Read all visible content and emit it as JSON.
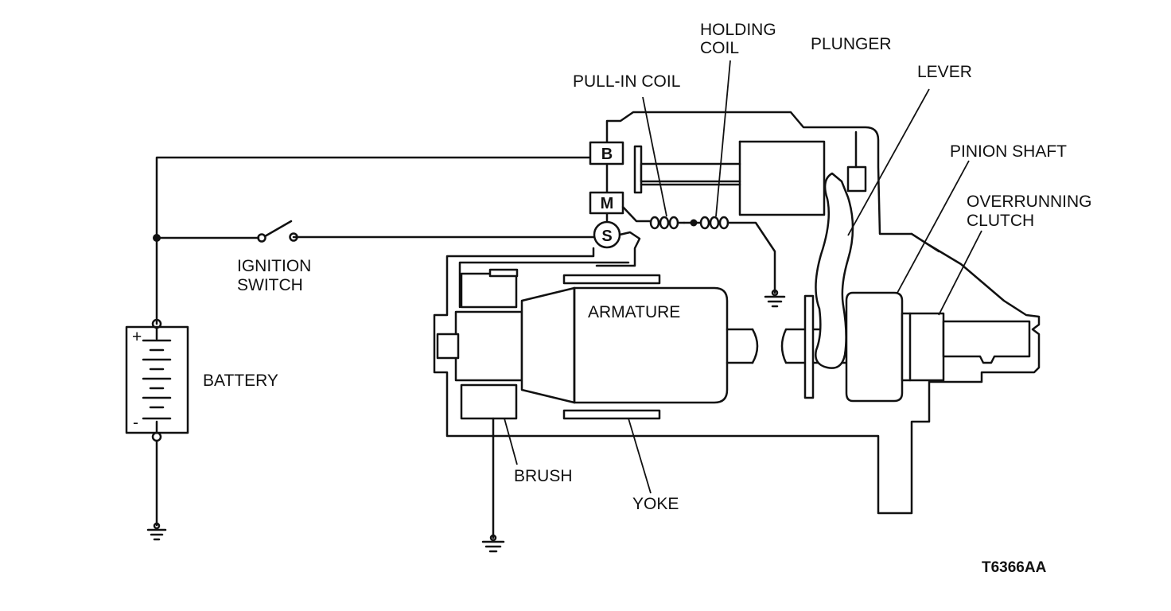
{
  "labels": {
    "holding_coil": [
      "HOLDING",
      "COIL"
    ],
    "plunger": "PLUNGER",
    "pull_in_coil": "PULL-IN COIL",
    "lever": "LEVER",
    "pinion_shaft": "PINION SHAFT",
    "overrunning_clutch": [
      "OVERRUNNING",
      "CLUTCH"
    ],
    "ignition_switch": [
      "IGNITION",
      "SWITCH"
    ],
    "armature": "ARMATURE",
    "battery": "BATTERY",
    "brush": "BRUSH",
    "yoke": "YOKE",
    "figure_code": "T6366AA"
  },
  "terminals": {
    "b": "B",
    "m": "M",
    "s": "S"
  },
  "battery_polarity": {
    "positive": "+",
    "negative": "-"
  }
}
